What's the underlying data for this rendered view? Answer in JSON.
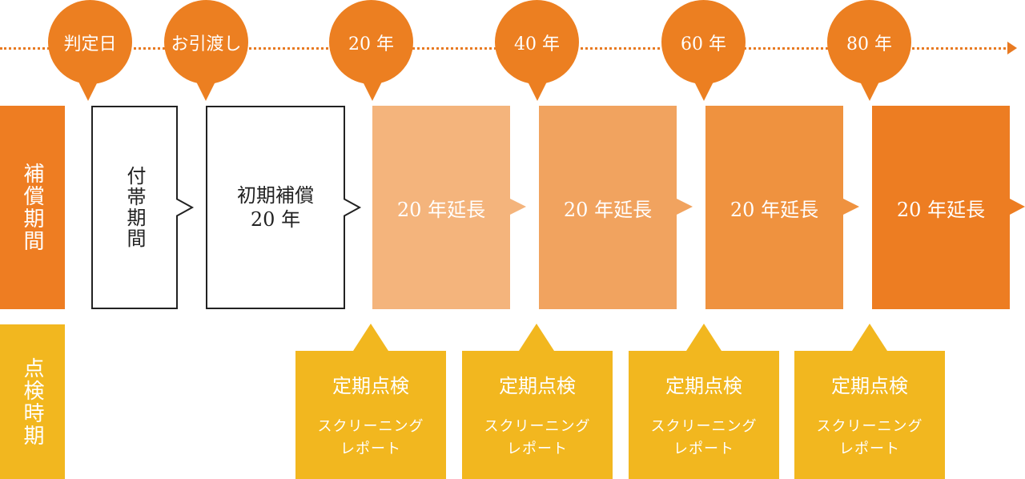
{
  "timeline": {
    "markers": [
      "判定日",
      "お引渡し",
      "20 年",
      "40 年",
      "60 年",
      "80 年"
    ]
  },
  "side_labels": {
    "guarantee": "補償期間",
    "inspection": "点検時期"
  },
  "boxes": {
    "incidental": "付帯期間",
    "initial_line1": "初期補償",
    "initial_line2": "20 年",
    "extensions": [
      "20 年延長",
      "20 年延長",
      "20 年延長",
      "20 年延長"
    ]
  },
  "inspections": [
    {
      "title": "定期点検",
      "sub1": "スクリーニング",
      "sub2": "レポート"
    },
    {
      "title": "定期点検",
      "sub1": "スクリーニング",
      "sub2": "レポート"
    },
    {
      "title": "定期点検",
      "sub1": "スクリーニング",
      "sub2": "レポート"
    },
    {
      "title": "定期点検",
      "sub1": "スクリーニング",
      "sub2": "レポート"
    }
  ],
  "colors": {
    "orange": "#ec7f21",
    "yellow": "#f2b71f",
    "extension_shades": [
      "#f4b47c",
      "#f1a35f",
      "#ef923f",
      "#ed7d22"
    ]
  }
}
